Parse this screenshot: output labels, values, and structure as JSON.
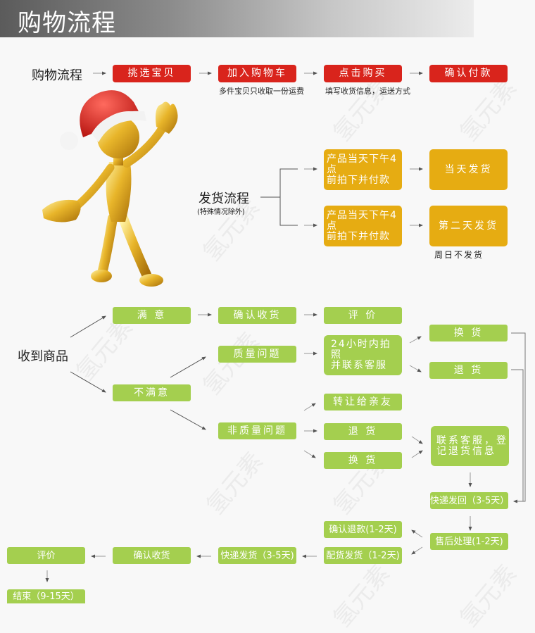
{
  "banner": {
    "title": "购物流程"
  },
  "shopping": {
    "label": "购物流程",
    "steps": [
      "挑选宝贝",
      "加入购物车",
      "点击购买",
      "确认付款"
    ],
    "notes": [
      "多件宝贝只收取一份运费",
      "填写收货信息，运送方式"
    ]
  },
  "delivery": {
    "label": "发货流程",
    "sublabel": "(特殊情况除外)",
    "conditions": [
      "产品当天下午4点前拍下并付款",
      "产品当天下午4点前拍下并付款"
    ],
    "cond_lines": [
      [
        "产品当天下午4点",
        "前拍下并付款"
      ],
      [
        "产品当天下午4点",
        "前拍下并付款"
      ]
    ],
    "results": [
      "当天发货",
      "第二天发货"
    ],
    "note": "周日不发货"
  },
  "receive": {
    "label": "收到商品",
    "satisfied": "满  意",
    "unsatisfied": "不满意",
    "confirm_receipt": "确认收货",
    "review": "评  价",
    "quality_issue": "质量问题",
    "non_quality_issue": "非质量问题",
    "photo_lines": [
      "24小时内拍照",
      "并联系客服"
    ],
    "exchange_1": "换 货",
    "return_1": "退 货",
    "transfer": "转让给亲友",
    "return_2": "退 货",
    "exchange_2": "换 货",
    "contact_lines": [
      "联系客服，登",
      "记退货信息"
    ],
    "ship_back": "快递发回（3-5天）",
    "after_sales": "售后处理(1-2天)",
    "refund": "确认退款(1-2天)",
    "restock": "配货发货（1-2天)",
    "express": "快递发货（3-5天)",
    "confirm_receipt_2": "确认收货",
    "review_2": "评价",
    "end": "结束（9-15天）"
  },
  "watermark": "氢元素",
  "colors": {
    "red": "#d9241c",
    "yellow": "#e6ac12",
    "green": "#a4cf4f"
  }
}
